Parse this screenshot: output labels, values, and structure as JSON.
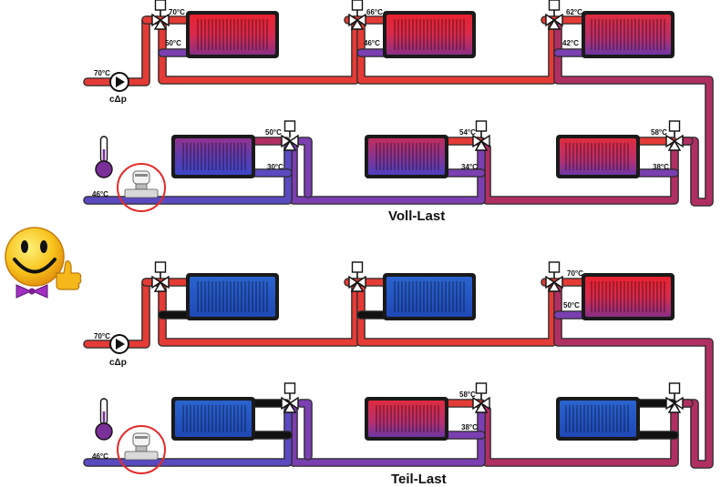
{
  "colors": {
    "pipe_hot": "#e53b36",
    "pipe_mid": "#b02f63",
    "pipe_cool": "#7a3fb0",
    "pipe_cold": "#5a4ac0",
    "radiator_hot": "#e0243d",
    "radiator_cool": "#4a3fc4",
    "radiator_off": "#2457c6",
    "sensor_purple": "#7b2f99",
    "highlight_circle": "#e32b2b",
    "smiley": "#f7c21b",
    "bow_tie": "#a22fc0"
  },
  "icons": [
    "pump-icon",
    "thermometer-icon",
    "thermostatic-valve-icon",
    "three-way-valve-icon",
    "smiley-thumbs-up-icon"
  ],
  "full_load": {
    "title": "Voll-Last",
    "supply_temp": "70°C",
    "pump_label": "cΔp",
    "return_temp": "46°C",
    "upper_row": [
      {
        "in": "70°C",
        "out": "50°C"
      },
      {
        "in": "66°C",
        "out": "46°C"
      },
      {
        "in": "62°C",
        "out": "42°C"
      }
    ],
    "lower_row": [
      {
        "in": "58°C",
        "out": "38°C"
      },
      {
        "in": "54°C",
        "out": "34°C"
      },
      {
        "in": "50°C",
        "out": "30°C"
      }
    ]
  },
  "part_load": {
    "title": "Teil-Last",
    "supply_temp": "70°C",
    "pump_label": "cΔp",
    "return_temp": "46°C",
    "upper_row": [
      {
        "in": "",
        "out": ""
      },
      {
        "in": "",
        "out": ""
      },
      {
        "in": "70°C",
        "out": "50°C"
      }
    ],
    "lower_row": [
      {
        "in": "",
        "out": ""
      },
      {
        "in": "58°C",
        "out": "38°C"
      },
      {
        "in": "",
        "out": ""
      }
    ]
  }
}
